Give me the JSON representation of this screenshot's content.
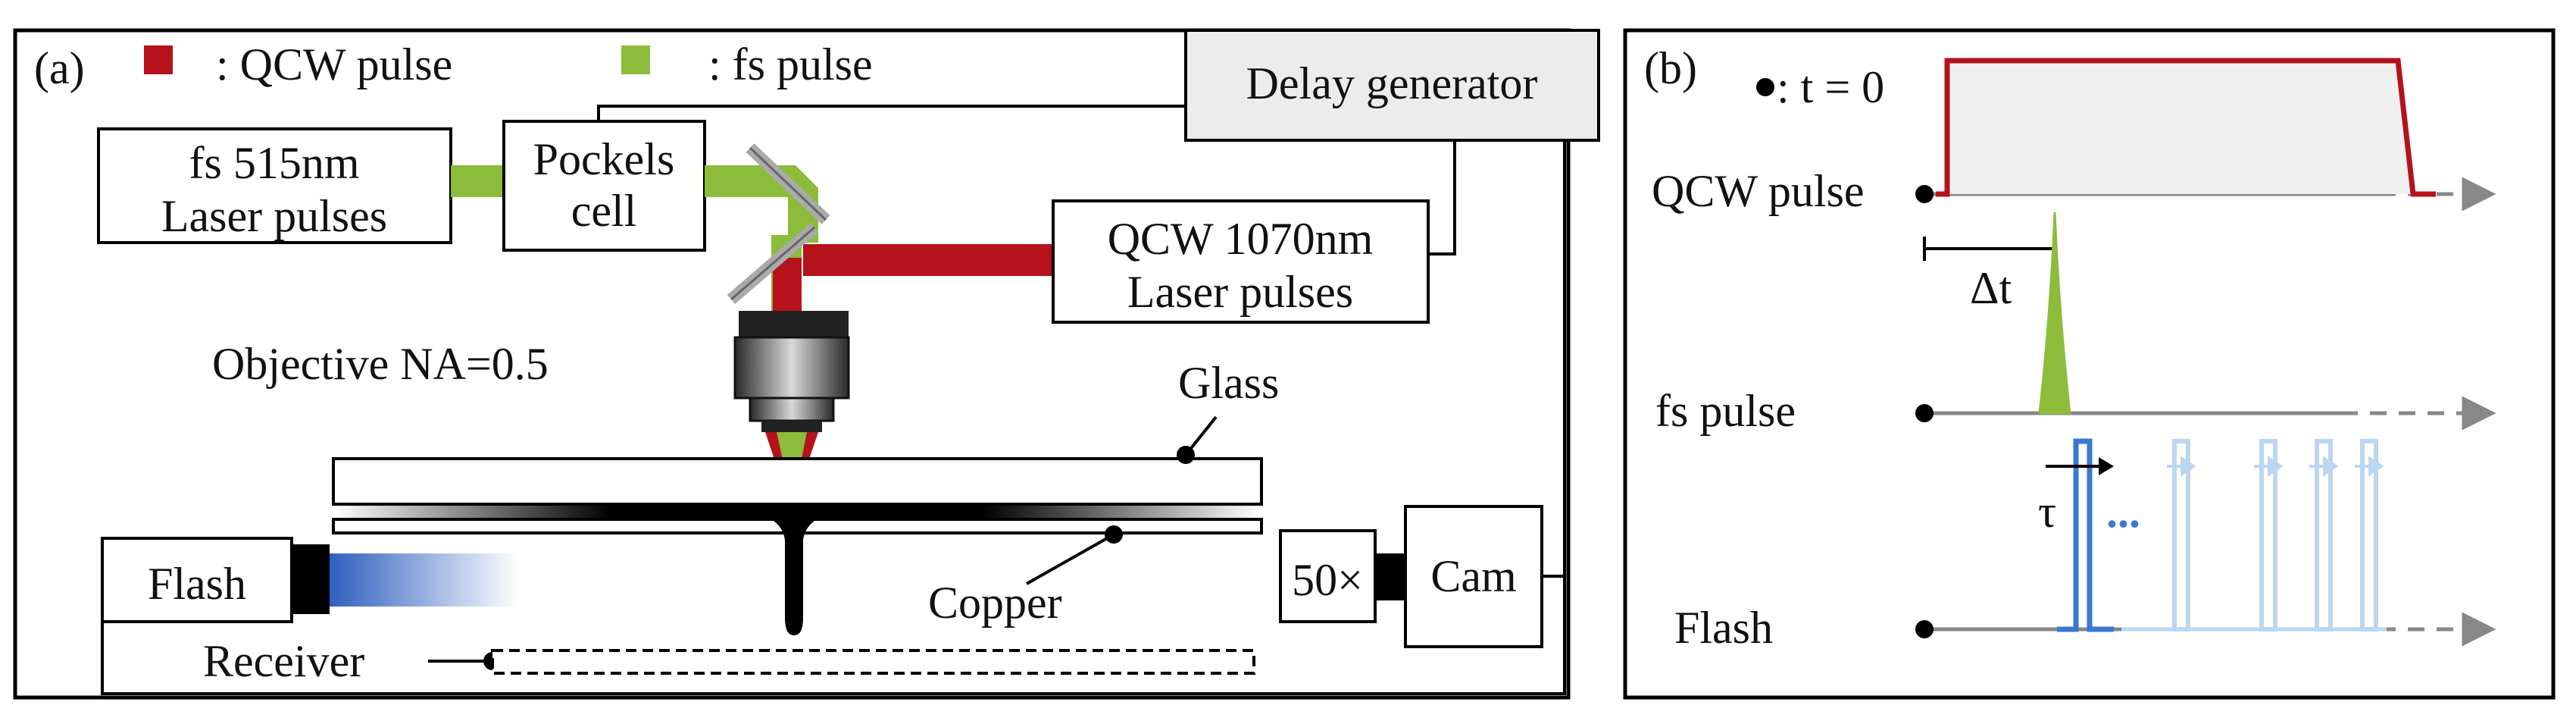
{
  "panel_a": {
    "label": "(a)",
    "legend": {
      "qcw_label": ": QCW pulse",
      "fs_label": ": fs pulse"
    },
    "delay_generator": "Delay generator",
    "fs_laser": {
      "line1": "fs 515nm",
      "line2": "Laser pulses"
    },
    "pockels": {
      "line1": "Pockels",
      "line2": "cell"
    },
    "qcw_laser": {
      "line1": "QCW 1070nm",
      "line2": "Laser pulses"
    },
    "objective": "Objective NA=0.5",
    "glass": "Glass",
    "copper": "Copper",
    "flash": "Flash",
    "receiver": "Receiver",
    "magnification": "50×",
    "cam": "Cam"
  },
  "panel_b": {
    "label": "(b)",
    "t0_label": ": t = 0",
    "qcw_row": "QCW pulse",
    "fs_row": "fs pulse",
    "flash_row": "Flash",
    "delta_t": "Δt",
    "tau": "τ",
    "ellipsis": "..."
  },
  "colors": {
    "qcw": "#b5121b",
    "fs": "#8dbb3a",
    "flash": "#3a78d4",
    "flash_faded": "#bcd6f2",
    "axis": "#888888",
    "box_fill": "#ececec",
    "qcw_fill": "#f0f0f0"
  }
}
